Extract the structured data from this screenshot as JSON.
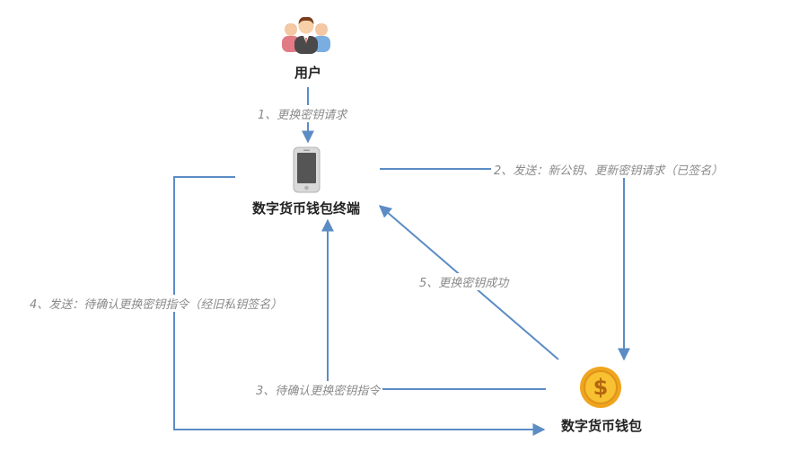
{
  "colors": {
    "arrow": "#5b8cc4",
    "node_text": "#222222",
    "edge_text": "#8a8a8a"
  },
  "nodes": {
    "user": {
      "label": "用户",
      "icon": "users-icon"
    },
    "terminal": {
      "label": "数字货币钱包终端",
      "icon": "smartphone-icon"
    },
    "wallet": {
      "label": "数字货币钱包",
      "icon": "dollar-coin-icon"
    }
  },
  "edges": [
    {
      "label": "1、更换密钥请求"
    },
    {
      "label": "2、发送：新公钥、更新密钥请求（已签名）"
    },
    {
      "label": "3、待确认更换密钥指令"
    },
    {
      "label": "4、发送：待确认更换密钥指令（经旧私钥签名）"
    },
    {
      "label": "5、更换密钥成功"
    }
  ]
}
